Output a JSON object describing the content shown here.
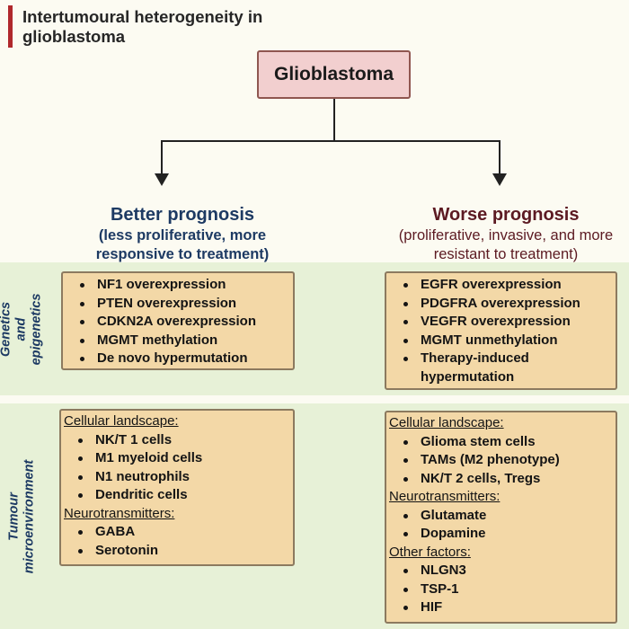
{
  "title": "Intertumoural heterogeneity in\nglioblastoma",
  "root": "Glioblastoma",
  "better": {
    "heading": "Better prognosis",
    "subheading": "(less proliferative, more responsive to treatment)",
    "genetics": [
      "NF1 overexpression",
      "PTEN overexpression",
      "CDKN2A overexpression",
      "MGMT methylation",
      "De novo hypermutation"
    ],
    "environment": {
      "cellular_label": "Cellular landscape:",
      "cellular": [
        "NK/T 1 cells",
        "M1 myeloid cells",
        "N1 neutrophils",
        "Dendritic cells"
      ],
      "neuro_label": "Neurotransmitters:",
      "neuro": [
        "GABA",
        "Serotonin"
      ]
    }
  },
  "worse": {
    "heading": "Worse prognosis",
    "subheading": "(proliferative, invasive, and more resistant to treatment)",
    "genetics": [
      "EGFR overexpression",
      "PDGFRA overexpression",
      "VEGFR overexpression",
      "MGMT unmethylation",
      "Therapy-induced hypermutation"
    ],
    "environment": {
      "cellular_label": "Cellular landscape:",
      "cellular": [
        "Glioma stem cells",
        "TAMs (M2 phenotype)",
        "NK/T 2 cells, Tregs"
      ],
      "neuro_label": "Neurotransmitters:",
      "neuro": [
        "Glutamate",
        "Dopamine"
      ],
      "other_label": "Other factors:",
      "other": [
        "NLGN3",
        "TSP-1",
        "HIF"
      ]
    }
  },
  "bands": {
    "genetics": "Genetics and\nepigenetics",
    "environment": "Tumour\nmicroenvironment"
  },
  "colors": {
    "title_bar": "#b0282c",
    "root_fill": "#f2cfcf",
    "box_fill": "#f3d8a7",
    "band_fill": "#e7f1d7",
    "better_text": "#1d3a63",
    "worse_text": "#5c1a22"
  }
}
